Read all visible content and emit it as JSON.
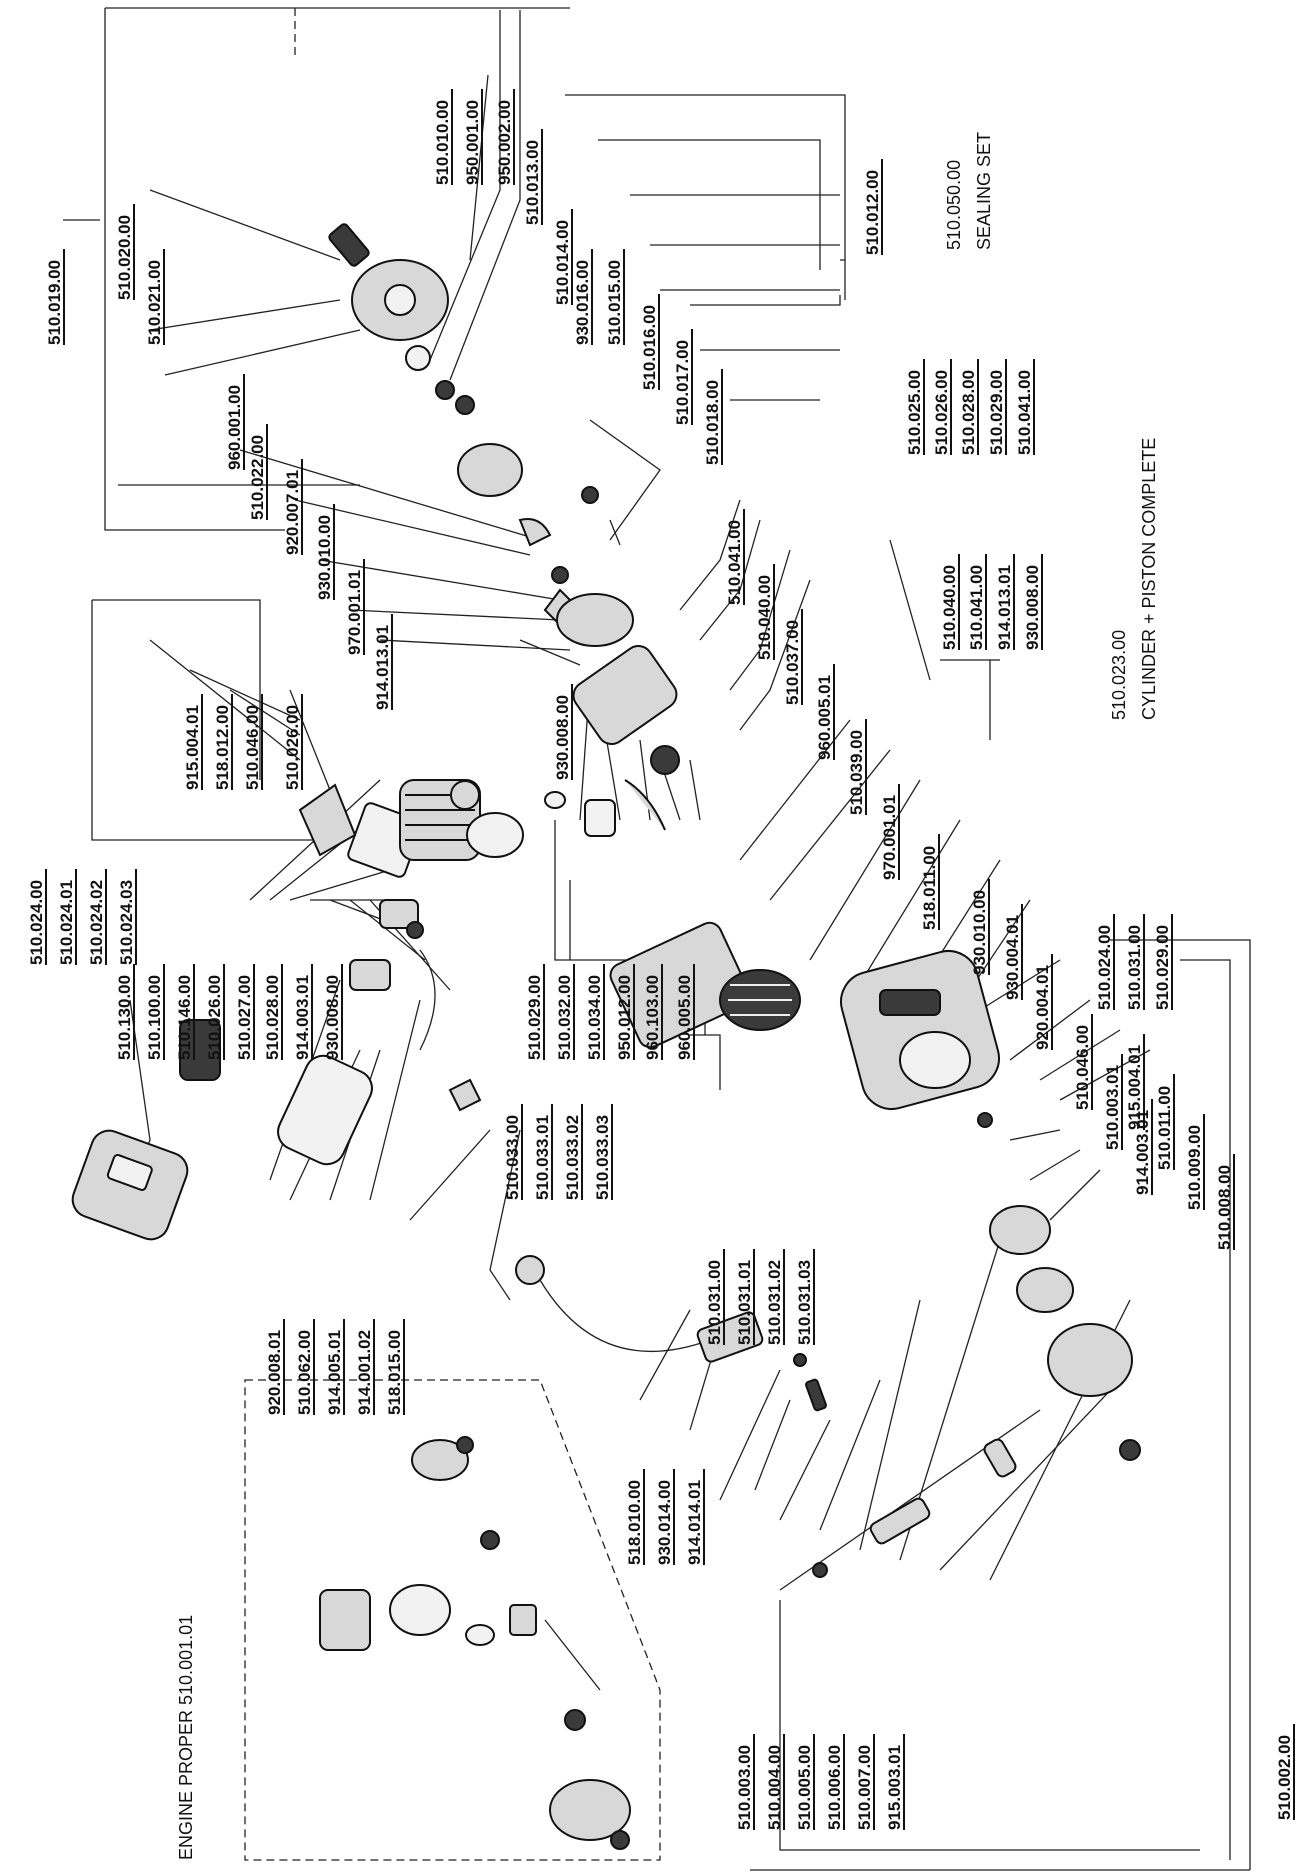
{
  "captions": {
    "engine_proper": "ENGINE PROPER 510.001.01",
    "sealing_set_number": "510.050.00",
    "sealing_set": "SEALING SET",
    "cylinder_piston_number": "510.023.00",
    "cylinder_piston": "CYLINDER + PISTON COMPLETE"
  },
  "part_numbers": [
    "510.019.00",
    "510.020.00",
    "510.021.00",
    "510.010.00",
    "950.001.00",
    "950.002.00",
    "510.013.00",
    "510.014.00",
    "930.016.00",
    "510.015.00",
    "510.016.00",
    "510.017.00",
    "510.018.00",
    "510.012.00",
    "960.001.00",
    "510.022.00",
    "920.007.01",
    "930.010.00",
    "970.001.01",
    "914.013.01",
    "510.041.00",
    "510.040.00",
    "510.037.00",
    "960.005.01",
    "510.039.00",
    "510.025.00",
    "510.026.00",
    "510.028.00",
    "510.029.00",
    "510.041.00",
    "510.040.00",
    "510.041.00",
    "914.013.01",
    "930.008.00",
    "915.004.01",
    "518.012.00",
    "510.046.00",
    "510.026.00",
    "930.008.00",
    "510.024.00",
    "510.024.01",
    "510.024.02",
    "510.024.03",
    "970.001.01",
    "518.011.00",
    "930.010.00",
    "930.004.01",
    "920.004.01",
    "510.046.00",
    "510.003.01",
    "914.003.01",
    "510.024.00",
    "510.031.00",
    "510.029.00",
    "510.130.00",
    "510.100.00",
    "510.146.00",
    "510.026.00",
    "510.027.00",
    "510.028.00",
    "914.003.01",
    "930.008.00",
    "510.029.00",
    "510.032.00",
    "510.034.00",
    "950.012.00",
    "960.103.00",
    "960.005.00",
    "915.004.01",
    "510.011.00",
    "510.009.00",
    "510.008.00",
    "510.033.00",
    "510.033.01",
    "510.033.02",
    "510.033.03",
    "510.031.00",
    "510.031.01",
    "510.031.02",
    "510.031.03",
    "920.008.01",
    "510.062.00",
    "914.005.01",
    "914.001.02",
    "518.015.00",
    "518.010.00",
    "930.014.00",
    "914.014.01",
    "510.003.00",
    "510.004.00",
    "510.005.00",
    "510.006.00",
    "510.007.00",
    "915.003.01",
    "510.002.00"
  ]
}
